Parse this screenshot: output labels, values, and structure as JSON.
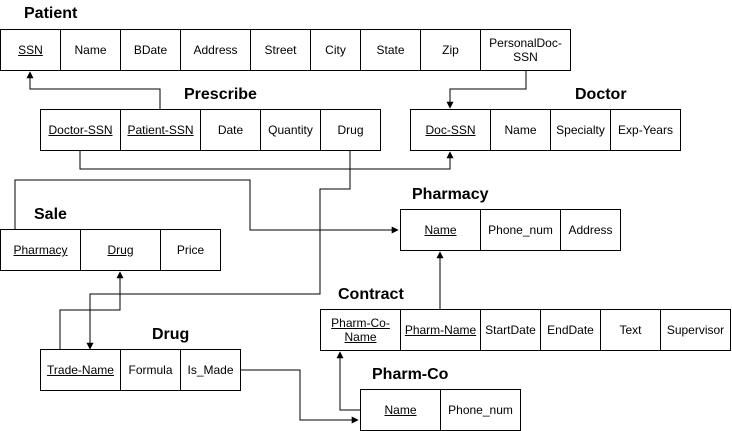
{
  "tables": {
    "patient": {
      "title": "Patient",
      "columns": [
        "SSN",
        "Name",
        "BDate",
        "Address",
        "Street",
        "City",
        "State",
        "Zip",
        "PersonalDoc-SSN"
      ]
    },
    "prescribe": {
      "title": "Prescribe",
      "columns": [
        "Doctor-SSN",
        "Patient-SSN",
        "Date",
        "Quantity",
        "Drug"
      ]
    },
    "doctor": {
      "title": "Doctor",
      "columns": [
        "Doc-SSN",
        "Name",
        "Specialty",
        "Exp-Years"
      ]
    },
    "pharmacy": {
      "title": "Pharmacy",
      "columns": [
        "Name",
        "Phone_num",
        "Address"
      ]
    },
    "sale": {
      "title": "Sale",
      "columns": [
        "Pharmacy",
        "Drug",
        "Price"
      ]
    },
    "contract": {
      "title": "Contract",
      "columns": [
        "Pharm-Co-Name",
        "Pharm-Name",
        "StartDate",
        "EndDate",
        "Text",
        "Supervisor"
      ]
    },
    "drug": {
      "title": "Drug",
      "columns": [
        "Trade-Name",
        "Formula",
        "Is_Made"
      ]
    },
    "pharmco": {
      "title": "Pharm-Co",
      "columns": [
        "Name",
        "Phone_num"
      ]
    }
  }
}
